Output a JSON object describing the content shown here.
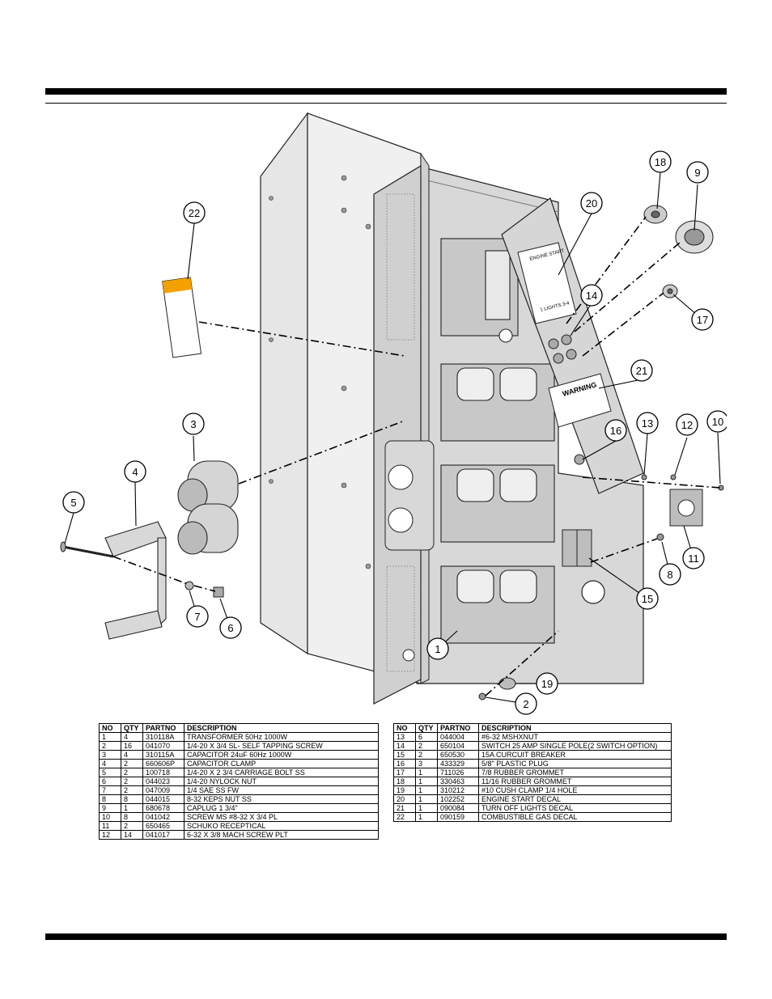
{
  "diagram": {
    "callouts": [
      "1",
      "2",
      "3",
      "4",
      "5",
      "6",
      "7",
      "8",
      "9",
      "10",
      "11",
      "12",
      "13",
      "14",
      "15",
      "16",
      "17",
      "18",
      "19",
      "20",
      "21",
      "22"
    ],
    "decals": {
      "engine_start": {
        "title": "ENGINE START",
        "footer": "1 LIGHTS 3-4"
      },
      "warning": {
        "title": "WARNING"
      }
    }
  },
  "parts_table": {
    "headers": [
      "NO",
      "QTY",
      "PARTNO",
      "DESCRIPTION"
    ],
    "left": [
      [
        "1",
        "4",
        "310118A",
        "TRANSFORMER 50Hz 1000W"
      ],
      [
        "2",
        "16",
        "041070",
        "1/4-20 X 3/4 SL- SELF TAPPING SCREW"
      ],
      [
        "3",
        "4",
        "310115A",
        "CAPACITOR 24uF 60Hz 1000W"
      ],
      [
        "4",
        "2",
        "660606P",
        "CAPACITOR CLAMP"
      ],
      [
        "5",
        "2",
        "100718",
        "1/4-20 X 2 3/4 CARRIAGE BOLT SS"
      ],
      [
        "6",
        "2",
        "044023",
        "1/4-20 NYLOCK NUT"
      ],
      [
        "7",
        "2",
        "047009",
        "1/4 SAE SS FW"
      ],
      [
        "8",
        "8",
        "044015",
        "8-32 KEPS NUT SS"
      ],
      [
        "9",
        "1",
        "680678",
        "CAPLUG 1 3/4\""
      ],
      [
        "10",
        "8",
        "041042",
        "SCREW MS #8-32 X 3/4 PL"
      ],
      [
        "11",
        "2",
        "650465",
        "SCHUKO RECEPTICAL"
      ],
      [
        "12",
        "14",
        "041017",
        "6-32 X 3/8 MACH SCREW PLT"
      ]
    ],
    "right": [
      [
        "13",
        "6",
        "044004",
        "#6-32 MSHXNUT"
      ],
      [
        "14",
        "2",
        "650104",
        "SWITCH 25 AMP SINGLE POLE(2 SWITCH OPTION)"
      ],
      [
        "15",
        "2",
        "650530",
        "15A CURCUIT BREAKER"
      ],
      [
        "16",
        "3",
        "433329",
        "5/8\" PLASTIC PLUG"
      ],
      [
        "17",
        "1",
        "711026",
        "7/8 RUBBER GROMMET"
      ],
      [
        "18",
        "1",
        "330463",
        "11/16 RUBBER GROMMET"
      ],
      [
        "19",
        "1",
        "310212",
        "#10 CUSH CLAMP 1/4 HOLE"
      ],
      [
        "20",
        "1",
        "102252",
        "ENGINE START DECAL"
      ],
      [
        "21",
        "1",
        "090084",
        "TURN OFF LIGHTS DECAL"
      ],
      [
        "22",
        "1",
        "090159",
        "COMBUSTIBLE GAS DECAL"
      ]
    ]
  }
}
